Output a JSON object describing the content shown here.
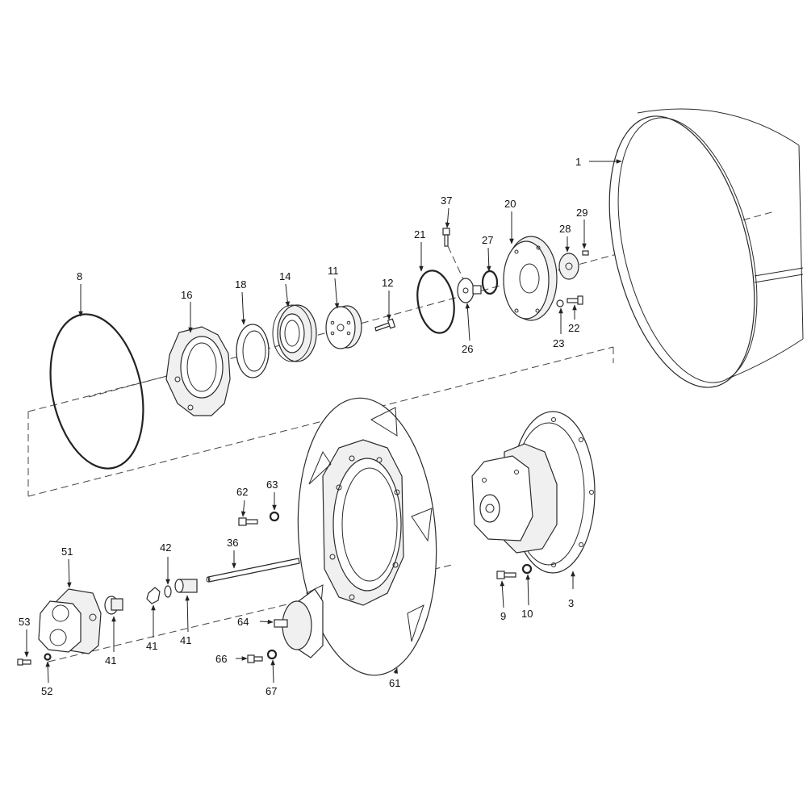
{
  "callouts": {
    "c1": "1",
    "c3": "3",
    "c8": "8",
    "c9": "9",
    "c10": "10",
    "c11": "11",
    "c12": "12",
    "c14": "14",
    "c16": "16",
    "c18": "18",
    "c20": "20",
    "c21": "21",
    "c22": "22",
    "c23": "23",
    "c26": "26",
    "c27": "27",
    "c28": "28",
    "c29": "29",
    "c36": "36",
    "c37": "37",
    "c41a": "41",
    "c41b": "41",
    "c41c": "41",
    "c42": "42",
    "c51": "51",
    "c52": "52",
    "c53": "53",
    "c61": "61",
    "c62": "62",
    "c63": "63",
    "c64": "64",
    "c66": "66",
    "c67": "67"
  }
}
